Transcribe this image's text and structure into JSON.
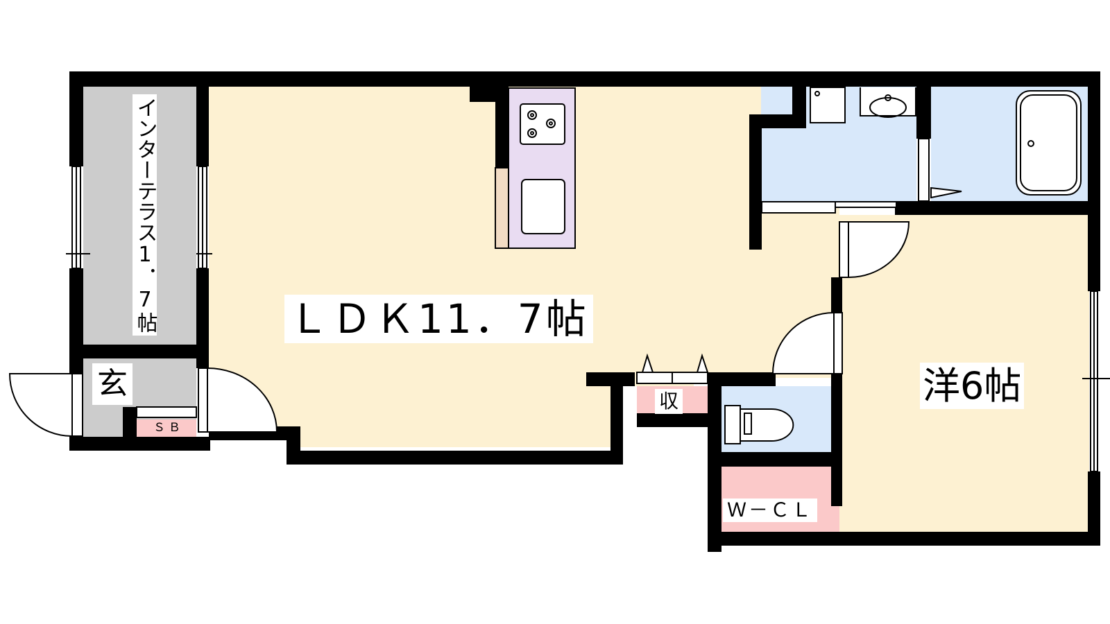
{
  "floor_plan": {
    "rooms": {
      "ldk": {
        "label": "ＬＤＫ11．7帖"
      },
      "western_room": {
        "label": "洋6帖"
      },
      "inner_terrace": {
        "label": "インターテラス1．7帖"
      },
      "entrance": {
        "label": "玄"
      },
      "shoe_box": {
        "label": "ＳＢ"
      },
      "storage": {
        "label": "収"
      },
      "walk_in_closet": {
        "label": "Ｗ－ＣＬ"
      }
    },
    "colors": {
      "wall": "#000000",
      "living_floor": "#fdf1d2",
      "terrace_floor": "#cccccc",
      "wet_area": "#d8e8fa",
      "kitchen": "#e9dcf2",
      "storage": "#fbc9c9",
      "counter": "#f2dcc4"
    },
    "icons": [
      "gas-stove-icon",
      "sink-icon",
      "toilet-icon",
      "bathtub-icon",
      "washbasin-icon",
      "door-swing-icon",
      "window-icon"
    ]
  }
}
